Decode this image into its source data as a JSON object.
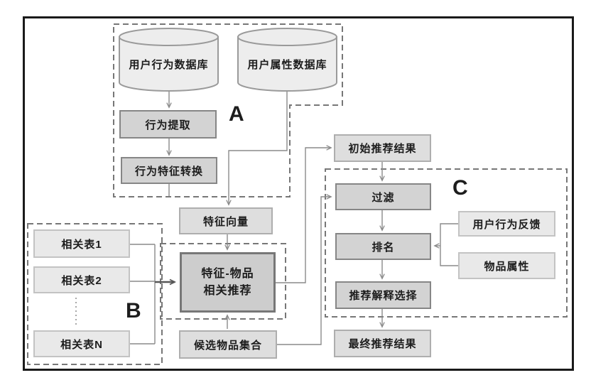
{
  "labels": {
    "group_a": "A",
    "group_b": "B",
    "group_c": "C"
  },
  "nodes": {
    "user_behavior_db": "用户行为数据库",
    "user_attr_db": "用户属性数据库",
    "behavior_extract": "行为提取",
    "behavior_feature_convert": "行为特征转换",
    "feature_vector": "特征向量",
    "related_table_1": "相关表1",
    "related_table_2": "相关表2",
    "related_table_n": "相关表N",
    "feature_item_line1": "特征-物品",
    "feature_item_line2": "相关推荐",
    "candidate_items": "候选物品集合",
    "initial_result": "初始推荐结果",
    "filter": "过滤",
    "rank": "排名",
    "explain_select": "推荐解释选择",
    "final_result": "最终推荐结果",
    "behavior_feedback": "用户行为反馈",
    "item_attrs": "物品属性"
  },
  "colors": {
    "line": "#8a8a8a",
    "dashed_outline": "#777777",
    "frame": "#1a1a1a",
    "box_dark_fill": "#d3d3d3",
    "box_mid_fill": "#dedede",
    "box_light_fill": "#e9e9e9",
    "cylinder_fill": "#ededed"
  }
}
